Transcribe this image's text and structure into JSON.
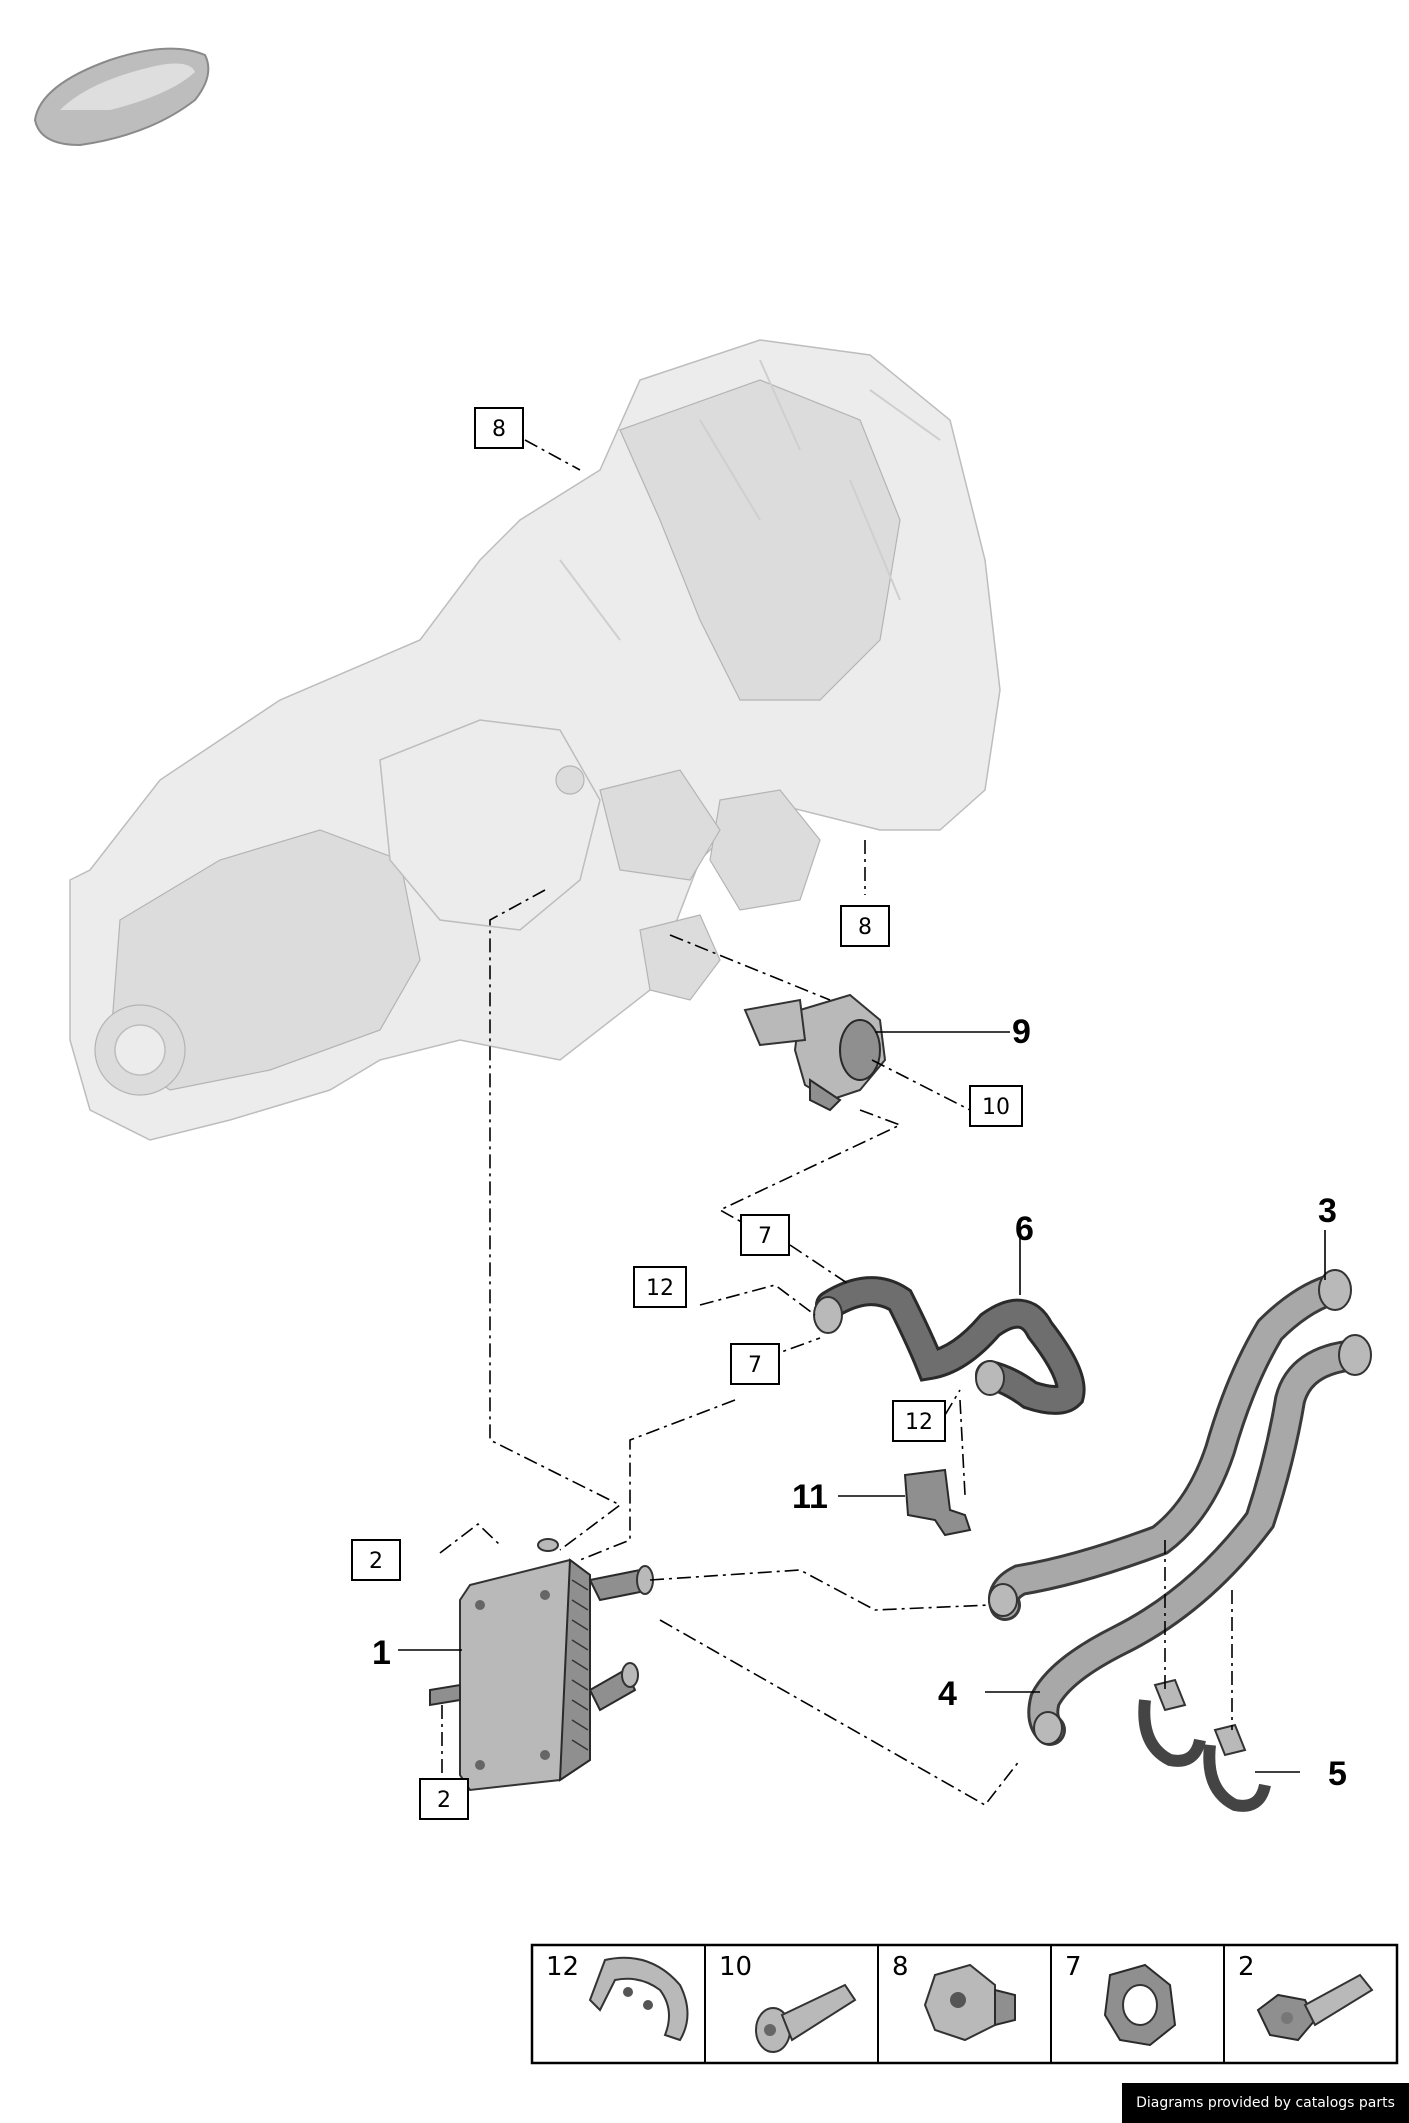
{
  "callouts_bold": [
    {
      "id": "c1",
      "text": "1"
    },
    {
      "id": "c3",
      "text": "3"
    },
    {
      "id": "c4",
      "text": "4"
    },
    {
      "id": "c5",
      "text": "5"
    },
    {
      "id": "c6",
      "text": "6"
    },
    {
      "id": "c9",
      "text": "9"
    },
    {
      "id": "c11",
      "text": "11"
    }
  ],
  "callouts_boxed": [
    {
      "id": "b8a",
      "text": "8"
    },
    {
      "id": "b8b",
      "text": "8"
    },
    {
      "id": "b10",
      "text": "10"
    },
    {
      "id": "b7a",
      "text": "7"
    },
    {
      "id": "b12a",
      "text": "12"
    },
    {
      "id": "b7b",
      "text": "7"
    },
    {
      "id": "b12b",
      "text": "12"
    },
    {
      "id": "b2a",
      "text": "2"
    },
    {
      "id": "b2b",
      "text": "2"
    }
  ],
  "legend": [
    {
      "num": "12",
      "part": "clip"
    },
    {
      "num": "10",
      "part": "bolt"
    },
    {
      "num": "8",
      "part": "plug"
    },
    {
      "num": "7",
      "part": "seal-ring"
    },
    {
      "num": "2",
      "part": "bolt"
    }
  ],
  "footer_text": "Diagrams provided by catalogs parts",
  "colors": {
    "housing": "#ececec",
    "part": "#8f8f8f",
    "dark": "#5a5a5a",
    "footer_bg": "#000000"
  }
}
